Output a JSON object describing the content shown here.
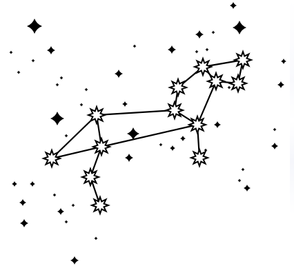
{
  "colors": {
    "background": "#ffffff",
    "ink": "#000000",
    "star_fill": "#ffffff"
  },
  "constellation": {
    "icon": "constellation-figure",
    "star_icon": "eight-point-star-icon",
    "sparkle_icon": "four-point-sparkle-icon",
    "star_count": 13,
    "line_count": 16
  }
}
